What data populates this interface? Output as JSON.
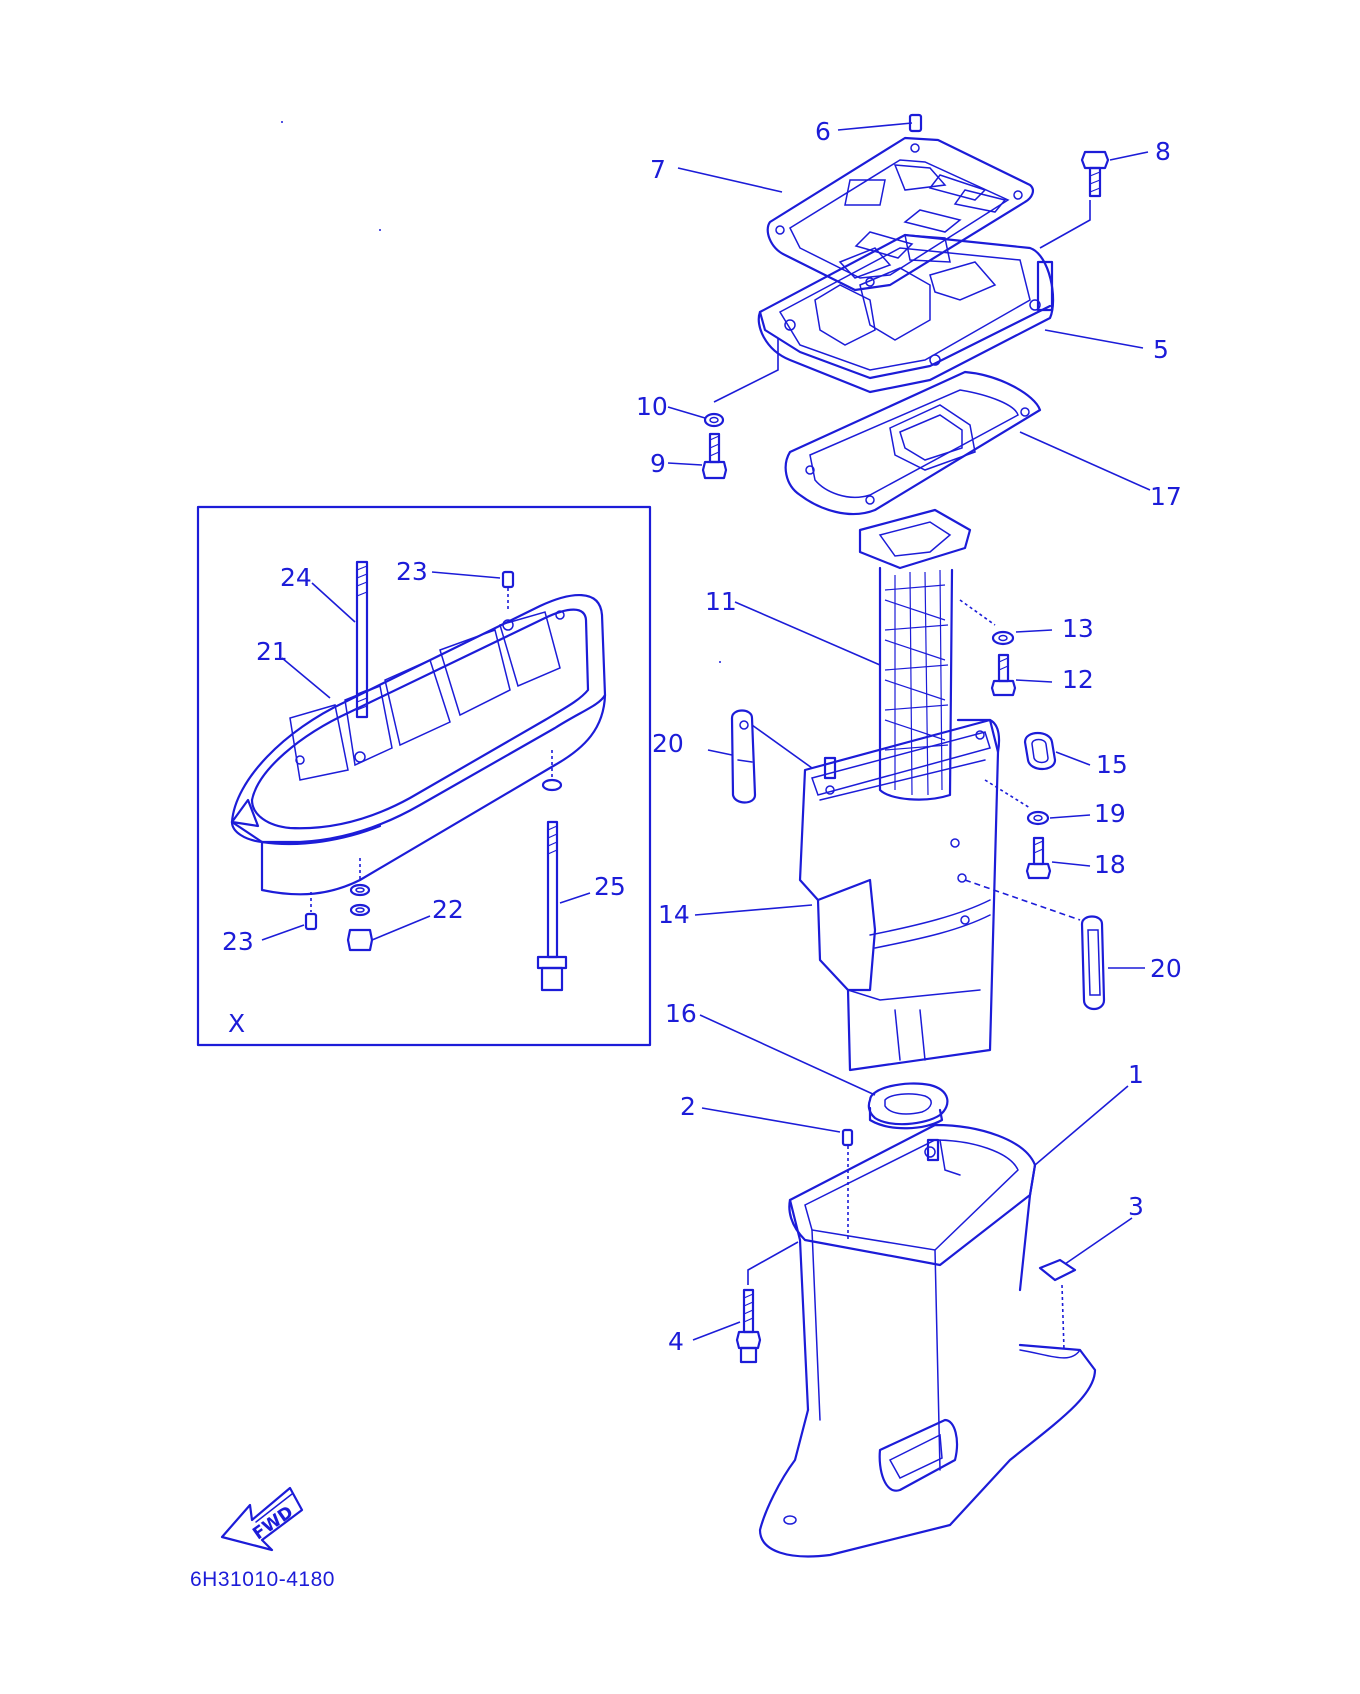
{
  "diagram": {
    "part_number_code": "6H31010-4180",
    "inset_label": "X",
    "fwd_label": "FWD",
    "accent_color": "#1c1cd8",
    "callouts": {
      "p1": "1",
      "p2": "2",
      "p3": "3",
      "p4": "4",
      "p5": "5",
      "p6": "6",
      "p7": "7",
      "p8": "8",
      "p9": "9",
      "p10": "10",
      "p11": "11",
      "p12": "12",
      "p13": "13",
      "p14": "14",
      "p15": "15",
      "p16": "16",
      "p17": "17",
      "p18": "18",
      "p19": "19",
      "p20a": "20",
      "p20b": "20",
      "p21": "21",
      "p22": "22",
      "p23a": "23",
      "p23b": "23",
      "p24": "24",
      "p25": "25"
    }
  }
}
